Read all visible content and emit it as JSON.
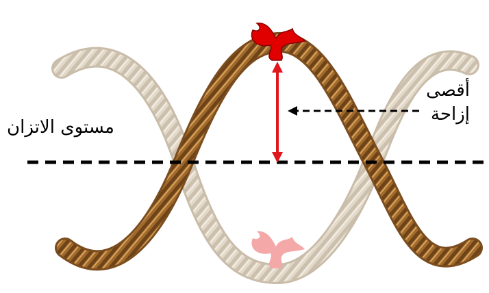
{
  "labels": {
    "equilibrium": "مستوى الاتزان",
    "max_displacement_line1": "أقصى",
    "max_displacement_line2": "إزاحة"
  },
  "colors": {
    "rope_dark": "#a06a2c",
    "rope_light": "#e3d9c9",
    "arrow": "#e0161c",
    "marker": "#e00000",
    "marker_faded": "#f4a8a8",
    "dashed_line": "#000000"
  },
  "icons": {
    "marker": "ribbon-marker-icon"
  }
}
